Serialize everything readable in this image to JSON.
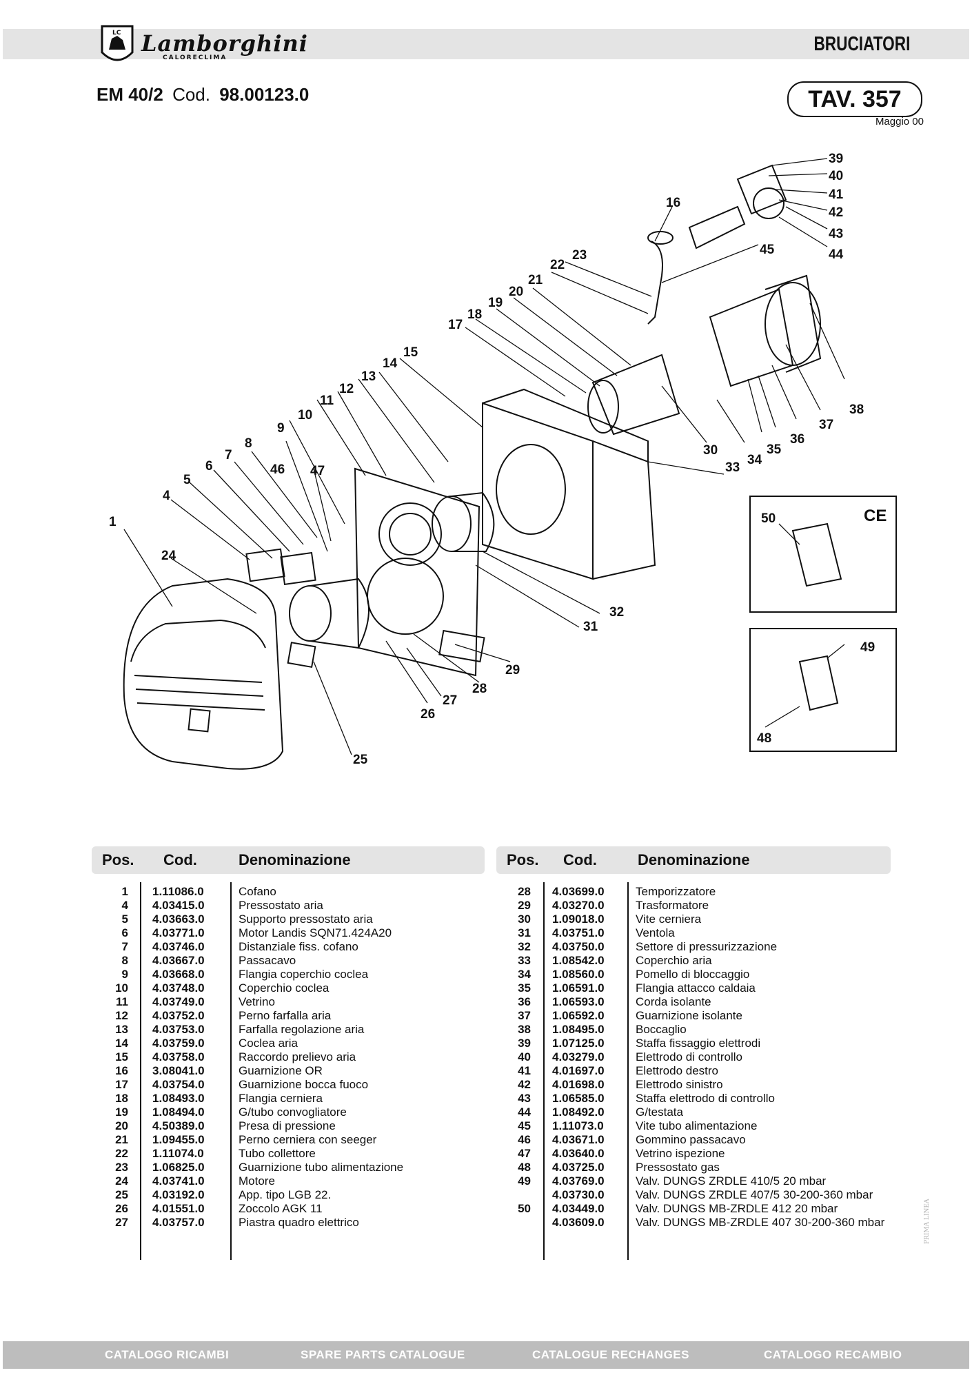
{
  "header": {
    "brand": "Lamborghini",
    "brand_sub": "CALORECLIMA",
    "section": "BRUCIATORI"
  },
  "model": {
    "name": "EM 40/2",
    "cod_label": "Cod.",
    "code": "98.00123.0"
  },
  "plate": {
    "label": "TAV. 357",
    "date": "Maggio 00"
  },
  "drawing": {
    "callouts": [
      "1",
      "4",
      "5",
      "6",
      "7",
      "8",
      "9",
      "10",
      "11",
      "12",
      "13",
      "14",
      "15",
      "16",
      "17",
      "18",
      "19",
      "20",
      "21",
      "22",
      "23",
      "24",
      "25",
      "26",
      "27",
      "28",
      "29",
      "30",
      "31",
      "32",
      "33",
      "34",
      "35",
      "36",
      "37",
      "38",
      "39",
      "40",
      "41",
      "42",
      "43",
      "44",
      "45",
      "46",
      "47",
      "48",
      "49",
      "50"
    ],
    "ce_mark": "CE"
  },
  "table": {
    "headers": {
      "pos": "Pos.",
      "cod": "Cod.",
      "den": "Denominazione"
    },
    "left": [
      {
        "pos": "1",
        "cod": "1.11086.0",
        "den": "Cofano"
      },
      {
        "pos": "4",
        "cod": "4.03415.0",
        "den": "Pressostato aria"
      },
      {
        "pos": "5",
        "cod": "4.03663.0",
        "den": "Supporto pressostato aria"
      },
      {
        "pos": "6",
        "cod": "4.03771.0",
        "den": "Motor Landis SQN71.424A20"
      },
      {
        "pos": "7",
        "cod": "4.03746.0",
        "den": "Distanziale fiss. cofano"
      },
      {
        "pos": "8",
        "cod": "4.03667.0",
        "den": "Passacavo"
      },
      {
        "pos": "9",
        "cod": "4.03668.0",
        "den": "Flangia coperchio coclea"
      },
      {
        "pos": "10",
        "cod": "4.03748.0",
        "den": "Coperchio coclea"
      },
      {
        "pos": "11",
        "cod": "4.03749.0",
        "den": "Vetrino"
      },
      {
        "pos": "12",
        "cod": "4.03752.0",
        "den": "Perno farfalla aria"
      },
      {
        "pos": "13",
        "cod": "4.03753.0",
        "den": "Farfalla regolazione aria"
      },
      {
        "pos": "14",
        "cod": "4.03759.0",
        "den": "Coclea aria"
      },
      {
        "pos": "15",
        "cod": "4.03758.0",
        "den": "Raccordo prelievo aria"
      },
      {
        "pos": "16",
        "cod": "3.08041.0",
        "den": "Guarnizione OR"
      },
      {
        "pos": "17",
        "cod": "4.03754.0",
        "den": "Guarnizione bocca fuoco"
      },
      {
        "pos": "18",
        "cod": "1.08493.0",
        "den": "Flangia cerniera"
      },
      {
        "pos": "19",
        "cod": "1.08494.0",
        "den": "G/tubo convogliatore"
      },
      {
        "pos": "20",
        "cod": "4.50389.0",
        "den": "Presa di pressione"
      },
      {
        "pos": "21",
        "cod": "1.09455.0",
        "den": "Perno cerniera con seeger"
      },
      {
        "pos": "22",
        "cod": "1.11074.0",
        "den": "Tubo collettore"
      },
      {
        "pos": "23",
        "cod": "1.06825.0",
        "den": "Guarnizione tubo alimentazione"
      },
      {
        "pos": "24",
        "cod": "4.03741.0",
        "den": "Motore"
      },
      {
        "pos": "25",
        "cod": "4.03192.0",
        "den": "App. tipo LGB  22."
      },
      {
        "pos": "26",
        "cod": "4.01551.0",
        "den": "Zoccolo AGK 11"
      },
      {
        "pos": "27",
        "cod": "4.03757.0",
        "den": "Piastra quadro elettrico"
      }
    ],
    "right": [
      {
        "pos": "28",
        "cod": "4.03699.0",
        "den": "Temporizzatore"
      },
      {
        "pos": "29",
        "cod": "4.03270.0",
        "den": "Trasformatore"
      },
      {
        "pos": "30",
        "cod": "1.09018.0",
        "den": "Vite cerniera"
      },
      {
        "pos": "31",
        "cod": "4.03751.0",
        "den": "Ventola"
      },
      {
        "pos": "32",
        "cod": "4.03750.0",
        "den": "Settore di pressurizzazione"
      },
      {
        "pos": "33",
        "cod": "1.08542.0",
        "den": "Coperchio aria"
      },
      {
        "pos": "34",
        "cod": "1.08560.0",
        "den": "Pomello di bloccaggio"
      },
      {
        "pos": "35",
        "cod": "1.06591.0",
        "den": "Flangia attacco caldaia"
      },
      {
        "pos": "36",
        "cod": "1.06593.0",
        "den": "Corda isolante"
      },
      {
        "pos": "37",
        "cod": "1.06592.0",
        "den": "Guarnizione isolante"
      },
      {
        "pos": "38",
        "cod": "1.08495.0",
        "den": "Boccaglio"
      },
      {
        "pos": "39",
        "cod": "1.07125.0",
        "den": "Staffa fissaggio elettrodi"
      },
      {
        "pos": "40",
        "cod": "4.03279.0",
        "den": "Elettrodo di controllo"
      },
      {
        "pos": "41",
        "cod": "4.01697.0",
        "den": "Elettrodo destro"
      },
      {
        "pos": "42",
        "cod": "4.01698.0",
        "den": "Elettrodo sinistro"
      },
      {
        "pos": "43",
        "cod": "1.06585.0",
        "den": "Staffa elettrodo di controllo"
      },
      {
        "pos": "44",
        "cod": "1.08492.0",
        "den": "G/testata"
      },
      {
        "pos": "45",
        "cod": "1.11073.0",
        "den": "Vite tubo alimentazione"
      },
      {
        "pos": "46",
        "cod": "4.03671.0",
        "den": "Gommino passacavo"
      },
      {
        "pos": "47",
        "cod": "4.03640.0",
        "den": "Vetrino ispezione"
      },
      {
        "pos": "48",
        "cod": "4.03725.0",
        "den": "Pressostato gas"
      },
      {
        "pos": "49",
        "cod": "4.03769.0",
        "den": "Valv. DUNGS ZRDLE 410/5 20 mbar"
      },
      {
        "pos": "",
        "cod": "4.03730.0",
        "den": "Valv. DUNGS ZRDLE 407/5 30-200-360 mbar"
      },
      {
        "pos": "50",
        "cod": "4.03449.0",
        "den": "Valv. DUNGS MB-ZRDLE 412 20 mbar"
      },
      {
        "pos": "",
        "cod": "4.03609.0",
        "den": "Valv. DUNGS MB-ZRDLE 407 30-200-360 mbar"
      }
    ]
  },
  "footer": [
    "CATALOGO RICAMBI",
    "SPARE PARTS CATALOGUE",
    "CATALOGUE RECHANGES",
    "CATALOGO RECAMBIO"
  ],
  "side_mark": "PRIMA LINEA"
}
